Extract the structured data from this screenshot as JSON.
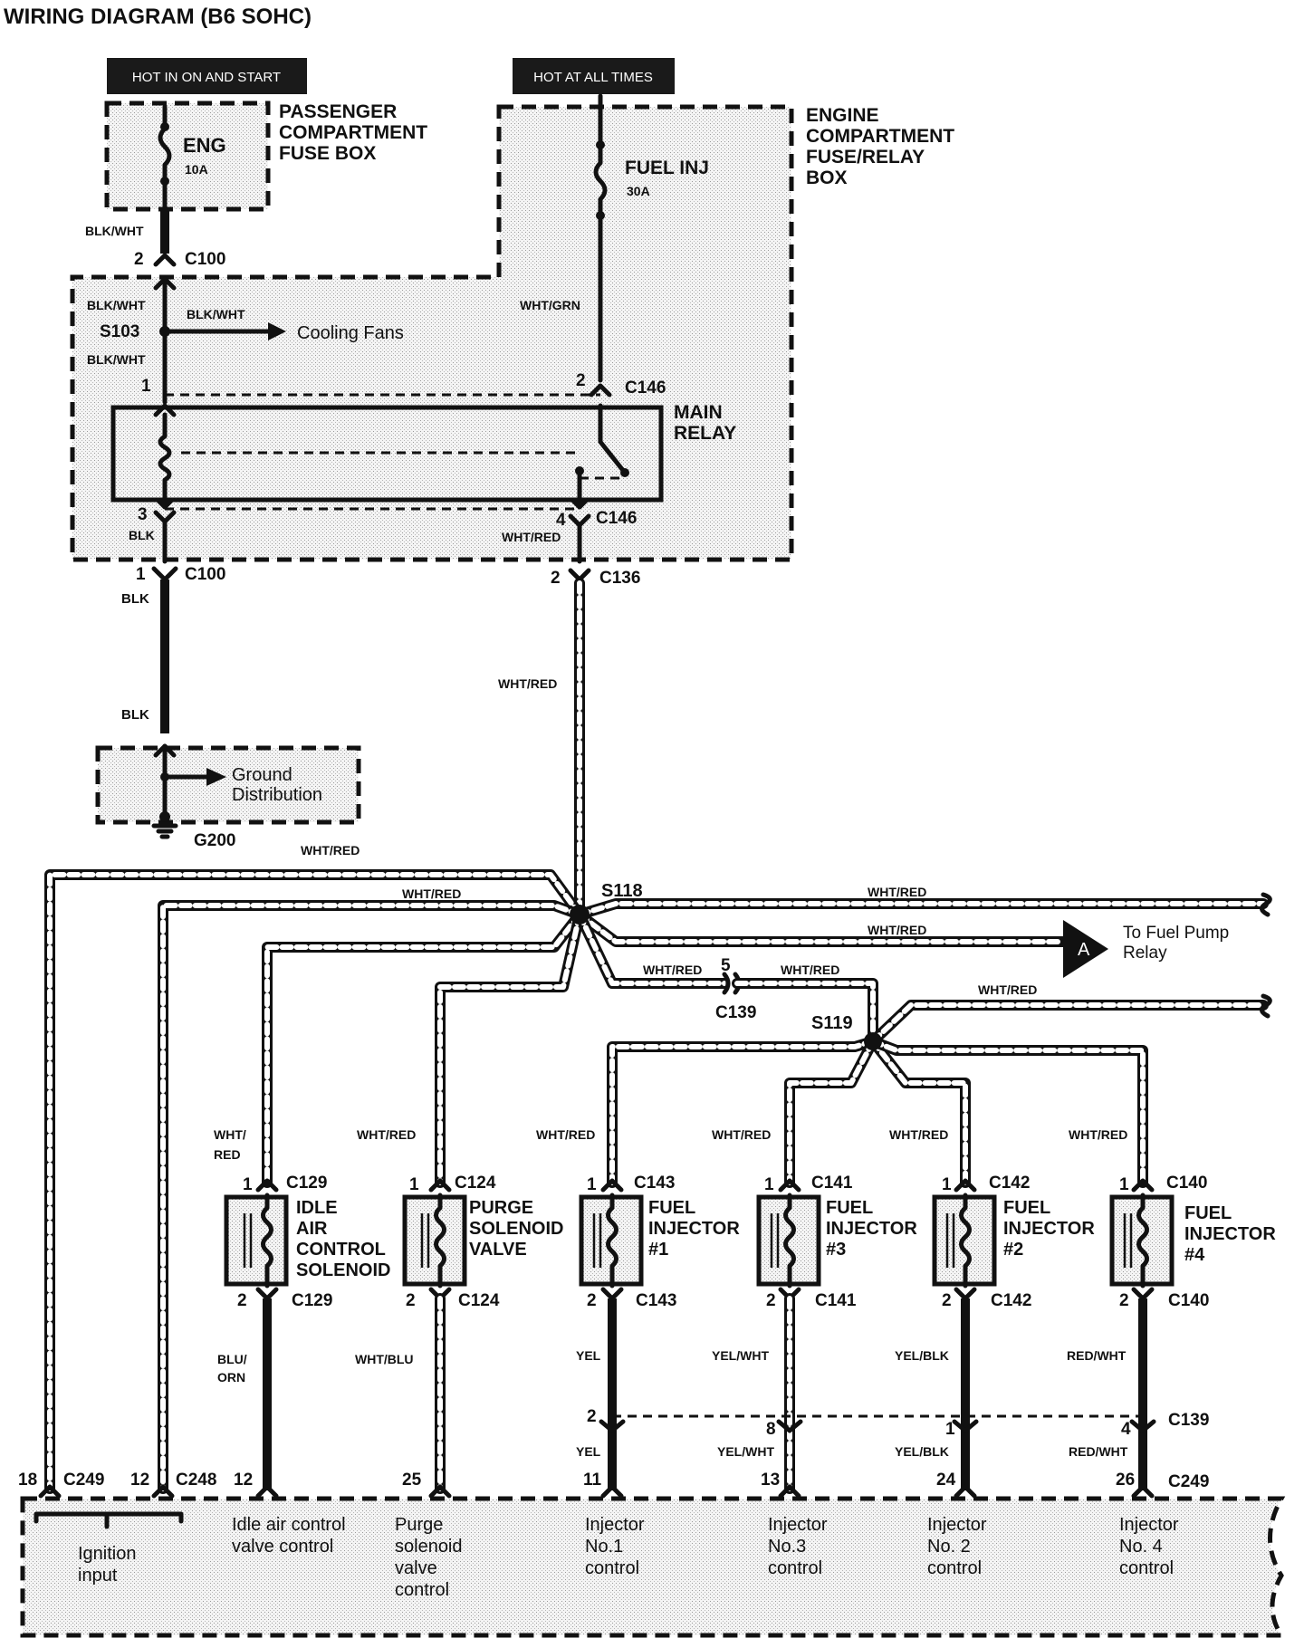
{
  "title": "WIRING DIAGRAM (B6 SOHC)",
  "header_badges": {
    "hot_in_on_and_start": "HOT IN ON AND START",
    "hot_at_all_times": "HOT AT ALL TIMES"
  },
  "passenger_fuse_box": {
    "label_line1": "PASSENGER",
    "label_line2": "COMPARTMENT",
    "label_line3": "FUSE BOX",
    "fuse_name": "ENG",
    "fuse_rating": "10A"
  },
  "engine_fuse_box": {
    "label_line1": "ENGINE",
    "label_line2": "COMPARTMENT",
    "label_line3": "FUSE/RELAY",
    "label_line4": "BOX",
    "fuse_name": "FUEL INJ",
    "fuse_rating": "30A"
  },
  "main_relay": {
    "label_line1": "MAIN",
    "label_line2": "RELAY"
  },
  "ground": {
    "label_line1": "Ground",
    "label_line2": "Distribution",
    "point": "G200"
  },
  "cooling_fans": "Cooling Fans",
  "splices": {
    "s103": "S103",
    "s118": "S118",
    "s119": "S119"
  },
  "fuel_pump": {
    "label_line1": "To Fuel Pump",
    "label_line2": "Relay",
    "marker": "A"
  },
  "wires": {
    "blk_wht": "BLK/WHT",
    "wht_grn": "WHT/GRN",
    "blk": "BLK",
    "wht_red": "WHT/RED",
    "wht_red_split_1": "WHT/",
    "wht_red_split_2": "RED",
    "blu_orn_1": "BLU/",
    "blu_orn_2": "ORN",
    "wht_blu": "WHT/BLU",
    "yel": "YEL",
    "yel_wht": "YEL/WHT",
    "yel_blk": "YEL/BLK",
    "red_wht": "RED/WHT"
  },
  "connectors": {
    "c100": "C100",
    "c146": "C146",
    "c136": "C136",
    "c139": "C139",
    "c129": "C129",
    "c124": "C124",
    "c143": "C143",
    "c141": "C141",
    "c142": "C142",
    "c140": "C140",
    "c248": "C248",
    "c249": "C249"
  },
  "pins": {
    "p1": "1",
    "p2": "2",
    "p3": "3",
    "p4": "4",
    "p5": "5",
    "p8": "8",
    "p11": "11",
    "p12": "12",
    "p13": "13",
    "p18": "18",
    "p24": "24",
    "p25": "25",
    "p26": "26"
  },
  "components": {
    "idle_air_1": "IDLE",
    "idle_air_2": "AIR",
    "idle_air_3": "CONTROL",
    "idle_air_4": "SOLENOID",
    "purge_1": "PURGE",
    "purge_2": "SOLENOID",
    "purge_3": "VALVE",
    "inj1_1": "FUEL",
    "inj1_2": "INJECTOR",
    "inj1_3": "#1",
    "inj3_1": "FUEL",
    "inj3_2": "INJECTOR",
    "inj3_3": "#3",
    "inj2_1": "FUEL",
    "inj2_2": "INJECTOR",
    "inj2_3": "#2",
    "inj4_1": "FUEL",
    "inj4_2": "INJECTOR",
    "inj4_3": "#4"
  },
  "pcm_inputs": {
    "ignition_1": "Ignition",
    "ignition_2": "input",
    "idle_1": "Idle air control",
    "idle_2": "valve control",
    "purge_1": "Purge",
    "purge_2": "solenoid",
    "purge_3": "valve",
    "purge_4": "control",
    "inj1_1": "Injector",
    "inj1_2": "No.1",
    "inj1_3": "control",
    "inj3_1": "Injector",
    "inj3_2": "No.3",
    "inj3_3": "control",
    "inj2_1": "Injector",
    "inj2_2": "No. 2",
    "inj2_3": "control",
    "inj4_1": "Injector",
    "inj4_2": "No. 4",
    "inj4_3": "control"
  }
}
